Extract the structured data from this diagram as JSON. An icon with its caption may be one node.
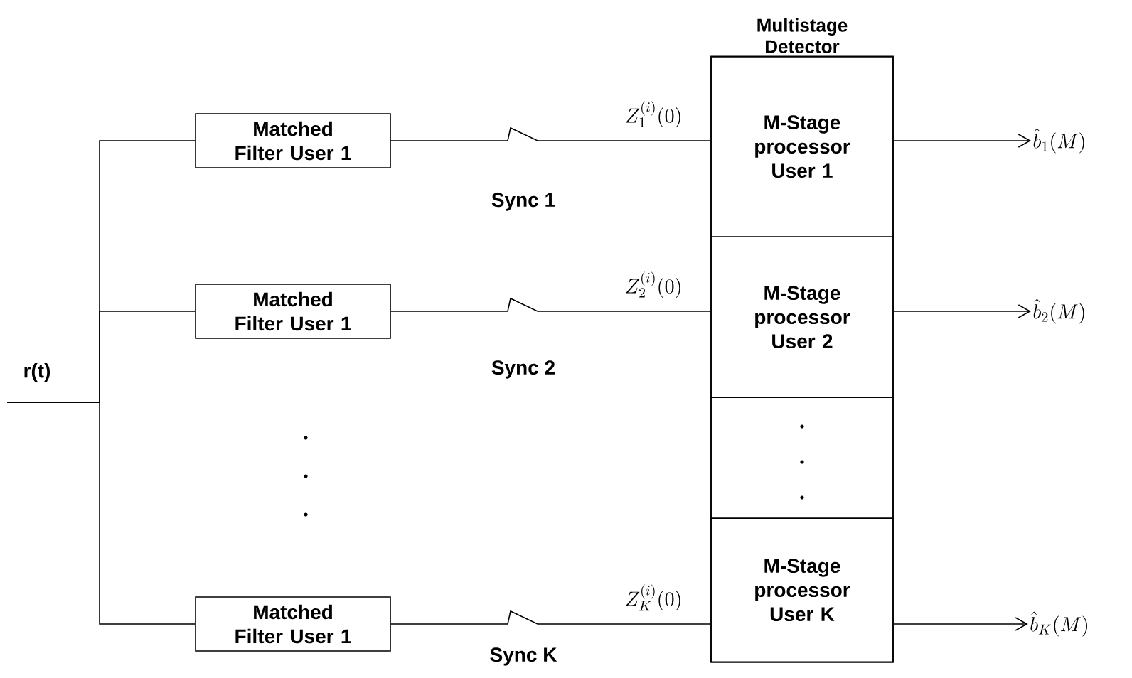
{
  "diagram": {
    "nodes": [
      {
        "text": [
          "Matched Filter User 1"
        ]
      },
      {
        "text": [
          "Matched Filter User 1"
        ]
      },
      {
        "text": [
          "Matched Filter User 1"
        ]
      },
      {
        "text": [
          "Multistage Detector"
        ]
      },
      {
        "text": [
          "M-Stage processor User 1"
        ],
        "in": 3
      },
      {
        "text": [
          "M-Stage processor User 2"
        ],
        "in": 3
      },
      {
        "text": [],
        "shape": "box",
        "in": 3
      },
      {
        "text": [
          "M-Stage processor User K"
        ],
        "in": 3
      },
      {
        "text": [
          "\\hat{b}_1(M)"
        ]
      },
      {
        "text": [
          "\\hat{b}_2(M)"
        ]
      },
      {
        "text": [
          "\\hat{b}_K(M)"
        ]
      }
    ],
    "edges": [
      {
        "from": null,
        "to": 0,
        "arrow": "none"
      },
      {
        "from": null,
        "to": 1,
        "arrow": "none"
      },
      {
        "from": null,
        "to": 2,
        "arrow": "none"
      },
      {
        "from": 0,
        "to": 4,
        "arrow": "none",
        "label": "Z_1^{(i)}(0)"
      },
      {
        "from": 1,
        "to": 5,
        "arrow": "none",
        "label": "Z_2^{(i)}(0)"
      },
      {
        "from": 2,
        "to": 7,
        "arrow": "none",
        "label": "Z_K^{(i)}(0)"
      },
      {
        "from": 4,
        "to": 8,
        "arrow": "to"
      },
      {
        "from": 5,
        "to": 9,
        "arrow": "to"
      },
      {
        "from": 7,
        "to": 10,
        "arrow": "to"
      }
    ],
    "labels": [
      "Sync 1",
      "r(t)",
      "Sync 2",
      "Sync K"
    ]
  }
}
